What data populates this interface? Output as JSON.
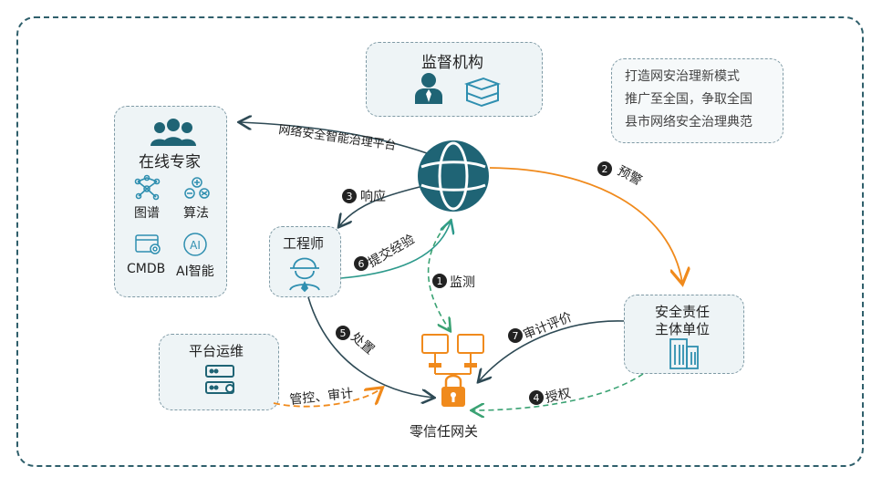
{
  "supervisor": {
    "title": "监督机构",
    "icons": [
      "person-suit-icon",
      "database-stack-icon"
    ]
  },
  "slogan": {
    "lines": [
      "打造网安治理新模式",
      "推广至全国，争取全国",
      "县市网络安全治理典范"
    ]
  },
  "experts": {
    "title": "在线专家",
    "items": [
      {
        "label": "图谱",
        "icon": "graph-icon"
      },
      {
        "label": "算法",
        "icon": "algorithm-icon"
      },
      {
        "label": "CMDB",
        "icon": "cmdb-icon"
      },
      {
        "label": "AI智能",
        "icon": "ai-icon"
      }
    ]
  },
  "engineer": {
    "title": "工程师",
    "icon": "engineer-icon"
  },
  "ops": {
    "title": "平台运维",
    "icon": "server-icon"
  },
  "entity": {
    "title_line1": "安全责任",
    "title_line2": "主体单位",
    "icon": "building-icon"
  },
  "gateway": {
    "title": "零信任网关",
    "icon": "gateway-lock-icon"
  },
  "platform": {
    "label": "网络安全智能治理平台",
    "icon": "globe-icon"
  },
  "steps": [
    {
      "num": "1",
      "label": "监测"
    },
    {
      "num": "2",
      "label": "预警"
    },
    {
      "num": "3",
      "label": "响应"
    },
    {
      "num": "4",
      "label": "授权"
    },
    {
      "num": "5",
      "label": "处置"
    },
    {
      "num": "6",
      "label": "提交经验"
    },
    {
      "num": "7",
      "label": "审计评价"
    }
  ],
  "ops_flow_label": "管控、审计",
  "colors": {
    "teal": "#1f6475",
    "dark": "#2e4a55",
    "orange": "#f08a1c",
    "green": "#3aa273"
  }
}
